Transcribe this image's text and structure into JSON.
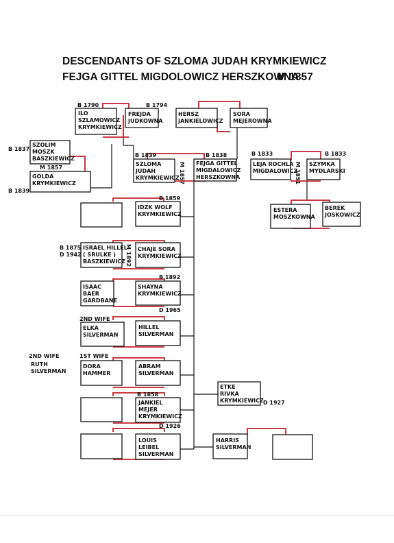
{
  "title": {
    "line1": "DESCENDANTS OF SZLOMA JUDAH KRYMKIEWICZ",
    "line2": "FEJGA GITTEL MIGDOLOWICZ HERSZKOWNA",
    "marriage": "M  1857"
  },
  "people": {
    "ilo": [
      "ILO",
      "SZLAMOWICZ",
      "KRYMKIEWICZ"
    ],
    "frejda": [
      "FREJDA",
      "JUDKOWNA"
    ],
    "hersz": [
      "HERSZ",
      "JANKIELOWICZ"
    ],
    "sora_m": [
      "SORA",
      "MEJEROWNA"
    ],
    "szolim": [
      "SZOLIM",
      "MOSZK",
      "BASZKIEWICZ"
    ],
    "golda": [
      "GOLDA",
      "KRYMKIEWICZ"
    ],
    "szloma": [
      "SZLOMA",
      "JUDAH",
      "KRYMKIEWICZ"
    ],
    "fejga": [
      "FEJGA GITTEL",
      "MIGDALOWICZ",
      "HERSZKOWNA"
    ],
    "leja": [
      "LEJA ROCHLA",
      "MIGDALOWICZ"
    ],
    "szymka": [
      "SZYMKA",
      "MYDLARSKI"
    ],
    "estera": [
      "ESTERA",
      "MOSZKOWNA"
    ],
    "berek": [
      "BEREK",
      "JOSKOWICZ"
    ],
    "idzk": [
      "IDZK WOLF",
      "KRYMKIEWICZ"
    ],
    "israel": [
      "ISRAEL HILLEL",
      "( SRULKE )",
      "BASZKIEWICZ"
    ],
    "chaje": [
      "CHAJE SORA",
      "KRYMKIEWICZ"
    ],
    "isaac": [
      "ISAAC",
      "BAER",
      "GARDBANE"
    ],
    "shayna": [
      "SHAYNA",
      "KRYMKIEWICZ"
    ],
    "elka": [
      "ELKA",
      "SILVERMAN"
    ],
    "hillel": [
      "HILLEL",
      "SILVERMAN"
    ],
    "ruth": [
      "RUTH",
      "SILVERMAN"
    ],
    "dora": [
      "DORA",
      "HAMMER"
    ],
    "abram": [
      "ABRAM",
      "SILVERMAN"
    ],
    "etke": [
      "ETKE",
      "RIVKA",
      "KRYMKIEWICZ"
    ],
    "jankiel": [
      "JANKIEL",
      "MEJER",
      "KRYMKIEWICZ"
    ],
    "louis": [
      "LOUIS",
      "LEIBEL",
      "SILVERMAN"
    ],
    "harris": [
      "HARRIS",
      "SILVERMAN"
    ]
  },
  "dates": {
    "ilo_b": "B  1790",
    "frejda_b": "B  1794",
    "szolim_b": "B 1837",
    "golda_b": "B 1839",
    "szolim_golda_m": "M  1857",
    "szloma_b": "B  1839",
    "fejga_b": "B  1838",
    "szloma_fejga_m": "M  1857",
    "leja_b": "B  1833",
    "szymka_b": "B  1833",
    "leja_szymka_m": "M 1851",
    "idzk_b": "B  1859",
    "israel_b": "B  1875",
    "israel_d": "D  1942",
    "israel_chaje_m": "M  1892",
    "shayna_b": "B  1892",
    "shayna_d": "D  1965",
    "etke_d": "D  1927",
    "jankiel_b": "B  1858",
    "jankiel_d": "D  1926"
  },
  "notes": {
    "elka_wife": "2ND WIFE",
    "ruth_wife": "2ND WIFE",
    "dora_wife": "1ST WIFE"
  }
}
